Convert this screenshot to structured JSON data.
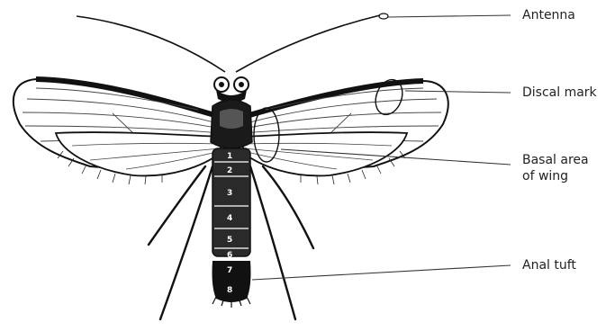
{
  "diagram": {
    "subject": "moth-anatomy",
    "labels": {
      "antenna": "Antenna",
      "discal_mark": "Discal mark",
      "basal_area_line1": "Basal area",
      "basal_area_line2": "of wing",
      "anal_tuft": "Anal tuft"
    },
    "segments": [
      "1",
      "2",
      "3",
      "4",
      "5",
      "6",
      "7",
      "8"
    ],
    "colors": {
      "ink": "#111111",
      "leader": "#333333",
      "label_text": "#222222",
      "wing_fill": "#ffffff",
      "segment_fill": "#2a2a2a"
    }
  }
}
